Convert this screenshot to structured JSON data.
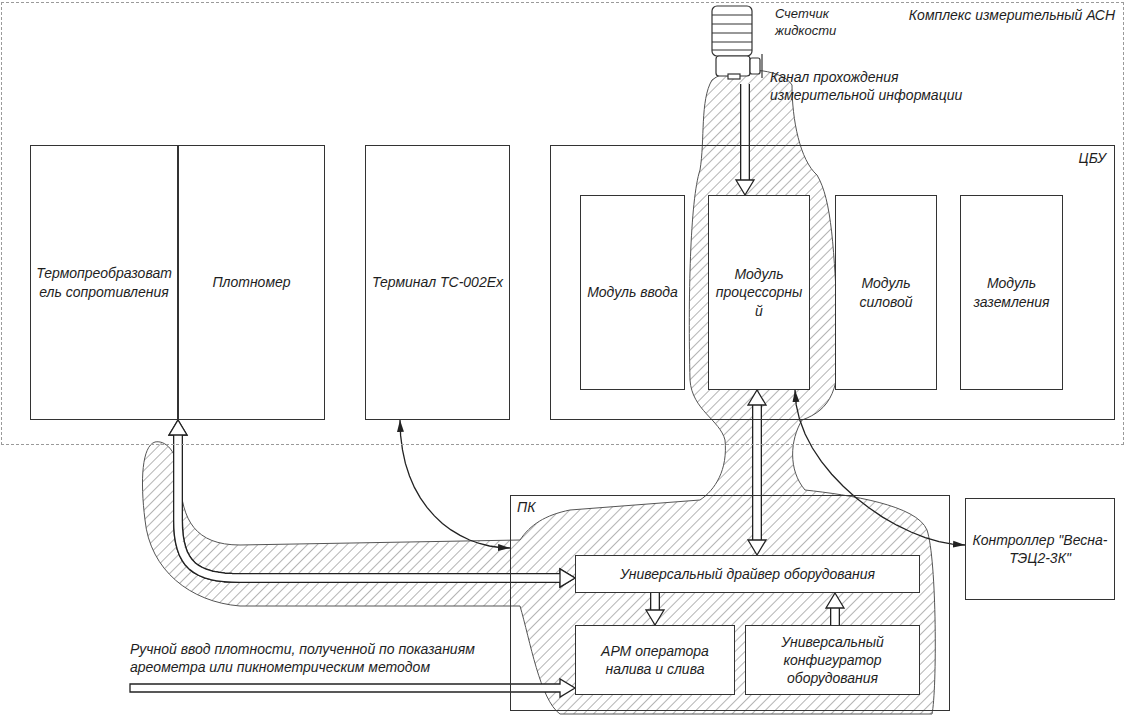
{
  "diagram": {
    "nodes": [
      {
        "text": [
          "Комплекс измерительный АСН"
        ]
      },
      {
        "text": [
          "Термопреобразователь сопротивления"
        ],
        "in": 0
      },
      {
        "text": [
          "Плотномер"
        ],
        "in": 0
      },
      {
        "text": [
          "Терминал TC-002Ex"
        ],
        "in": 0
      },
      {
        "text": [
          "ЦБУ"
        ],
        "in": 0
      },
      {
        "text": [
          "Модуль ввода"
        ],
        "in": 4
      },
      {
        "text": [
          "Модуль процессорный"
        ],
        "in": 4
      },
      {
        "text": [
          "Модуль силовой"
        ],
        "in": 4
      },
      {
        "text": [
          "Модуль заземления"
        ],
        "in": 4
      },
      {
        "text": [
          "Счетчик жидкости"
        ],
        "in": 0
      },
      {
        "text": [
          "ПК"
        ]
      },
      {
        "text": [
          "Универсальный драйвер оборудования"
        ],
        "in": 10
      },
      {
        "text": [
          "АРМ оператора налива и слива"
        ],
        "in": 10
      },
      {
        "text": [
          "Универсальный конфигуратор оборудования"
        ],
        "in": 10
      },
      {
        "text": [
          "Контроллер \"Весна-ТЭЦ2-3К\""
        ]
      }
    ],
    "edges": [
      {
        "from": 9,
        "to": 6,
        "arrow": "to"
      },
      {
        "from": 6,
        "to": 11,
        "arrow": "both"
      },
      {
        "from": 3,
        "to": 10,
        "arrow": "both"
      },
      {
        "from": 1,
        "to": 11,
        "arrow": "both"
      },
      {
        "from": 2,
        "to": 11,
        "arrow": "both"
      },
      {
        "from": 14,
        "to": 6,
        "arrow": "both"
      },
      {
        "from": 11,
        "to": 12,
        "arrow": "to"
      },
      {
        "from": 13,
        "to": 11,
        "arrow": "to"
      }
    ],
    "labels": [
      "Канал прохождения измерительной информации",
      "Ручной ввод плотности, полученной по показаниям ареометра или пикнометрическим методом"
    ]
  }
}
